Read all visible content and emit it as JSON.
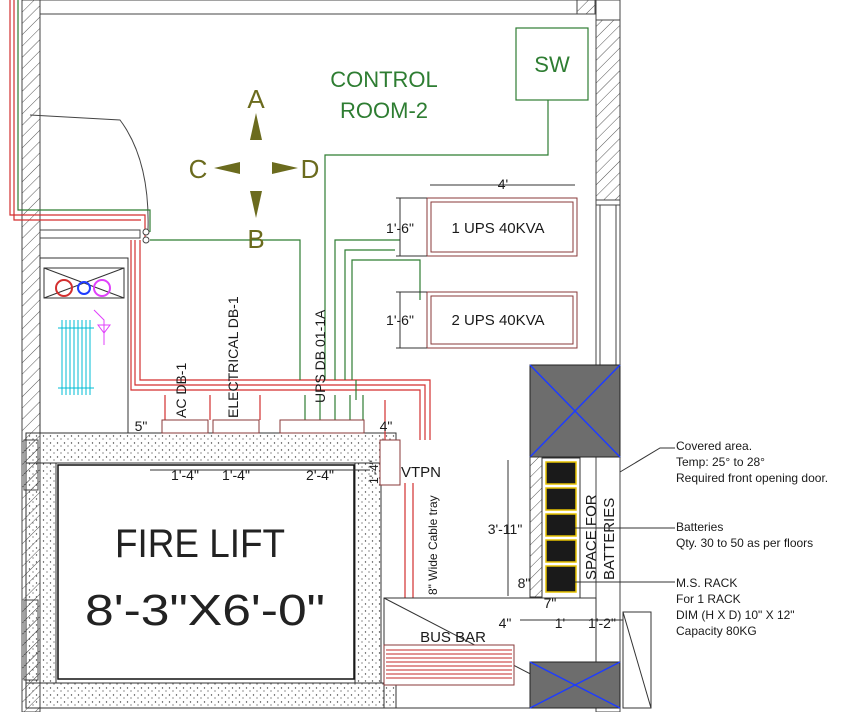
{
  "room": {
    "line1": "CONTROL",
    "line2": "ROOM-2"
  },
  "sw_label": "SW",
  "compass": {
    "north": "A",
    "south": "B",
    "west": "C",
    "east": "D"
  },
  "ups": [
    {
      "label": "1 UPS 40KVA",
      "depth_dim": "1'-6\""
    },
    {
      "label": "2 UPS 40KVA",
      "depth_dim": "1'-6\""
    }
  ],
  "ups_width_dim": "4'",
  "panels": {
    "ac": "AC DB-1",
    "electrical": "ELECTRICAL DB-1",
    "ups_db": "UPS DB 01-1A",
    "vtpn": "VTPN"
  },
  "panel_dims": {
    "left_gap": "5\"",
    "ac_width": "1'-4\"",
    "elec_width": "1'-4\"",
    "ups_width": "2'-4\"",
    "right_gap": "4\"",
    "vtpn_dim": "1'-4\""
  },
  "fire_lift": {
    "title": "FIRE LIFT",
    "size": "8'-3\"X6'-0\""
  },
  "cable_tray": "8\" Wide Cable tray",
  "bus_bar": "BUS BAR",
  "batteries_space": {
    "line1": "SPACE FOR",
    "line2": "BATTERIES"
  },
  "battery_dims": {
    "height": "3'-11\"",
    "gap": "8\"",
    "width": "7\"",
    "left": "4\"",
    "mid": "1'",
    "right": "1'-2\""
  },
  "notes": {
    "covered": [
      "Covered area.",
      "Temp: 25° to 28°",
      "Required front opening door."
    ],
    "batteries": [
      "Batteries",
      "Qty. 30 to 50 as per floors"
    ],
    "rack": [
      "M.S. RACK",
      "For 1 RACK",
      "DIM  (H X D) 10\" X 12\"",
      "Capacity 80KG"
    ]
  },
  "colors": {
    "room_text": "#2e7d32",
    "compass": "#6b6b1e",
    "wire_red": "#d32f2f",
    "wire_green": "#2e7d32",
    "dark_box": "#6d6d6d",
    "cross_blue": "#1e3cff",
    "hatch": "#555555"
  }
}
